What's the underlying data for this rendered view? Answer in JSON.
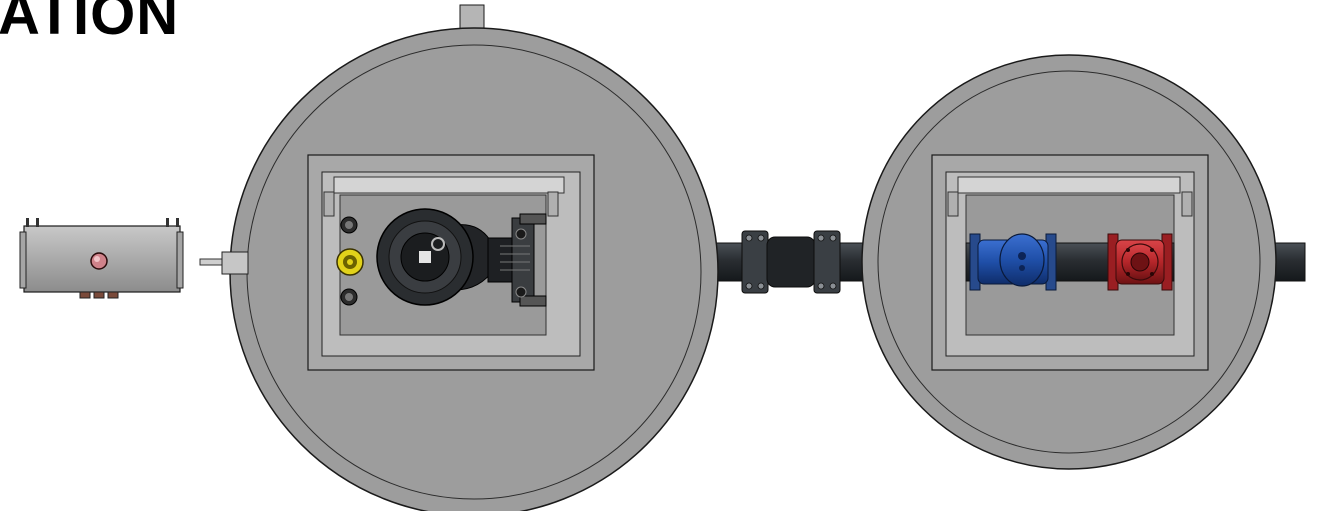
{
  "title": "ATION",
  "colors": {
    "concrete": "#9d9d9d",
    "concrete_edge": "#1a1a1a",
    "frame": "#b9b9b9",
    "pipe": "#2b2f33",
    "check_valve": "#1f4fa8",
    "gate_valve": "#b5262a",
    "float_yellow": "#e2d21a"
  },
  "components": [
    {
      "name": "control-panel"
    },
    {
      "name": "pump-chamber"
    },
    {
      "name": "submersible-pump"
    },
    {
      "name": "float-switches"
    },
    {
      "name": "discharge-pipe"
    },
    {
      "name": "flexible-coupling"
    },
    {
      "name": "valve-chamber"
    },
    {
      "name": "check-valve"
    },
    {
      "name": "gate-valve"
    }
  ]
}
